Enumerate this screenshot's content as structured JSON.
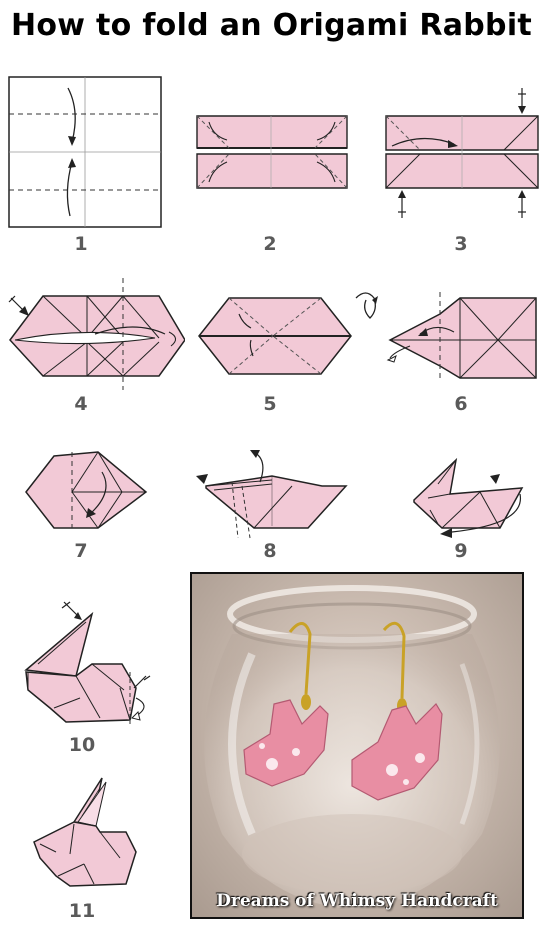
{
  "title": "How to fold an Origami Rabbit",
  "steps": [
    "1",
    "2",
    "3",
    "4",
    "5",
    "6",
    "7",
    "8",
    "9",
    "10",
    "11"
  ],
  "photo": {
    "caption": "Dreams of Whimsy Handcraft"
  },
  "colors": {
    "paper": "#f2c9d6",
    "line": "#222222",
    "label": "#5a5a5a",
    "gold": "#c9a227"
  }
}
